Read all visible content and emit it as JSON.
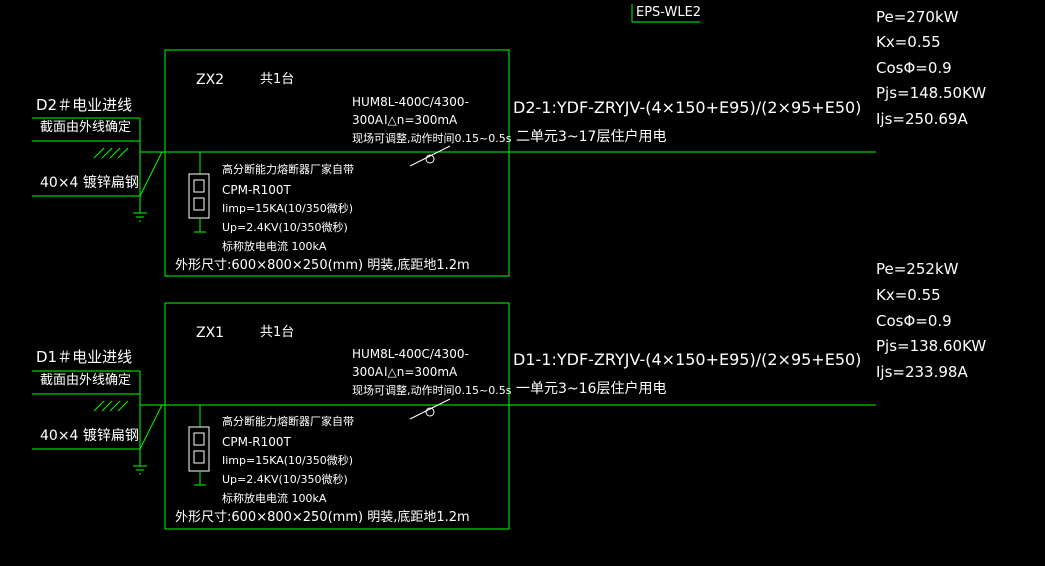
{
  "colors": {
    "background": "#000000",
    "line": "#00ff00",
    "text": "#ffffff"
  },
  "top_label": "EPS-WLE2",
  "panels": [
    {
      "id": "zx2",
      "name": "ZX2",
      "qty": "共1台",
      "feeder_label": "D2＃电业进线",
      "feeder_note": "截面由外线确定",
      "ground": "40×4 镀锌扁钢",
      "breaker_model": "HUM8L-400C/4300-",
      "breaker_rating": "300A",
      "breaker_ian": "I△n=300mA",
      "breaker_note": "现场可调整,动作时间0.15~0.5s",
      "spd_title": "高分断能力熔断器厂家自带",
      "spd_model": "CPM-R100T",
      "spd_imp": "Iimp=15KA(10/350微秒)",
      "spd_up": "Up=2.4KV(10/350微秒)",
      "spd_rated": "标称放电电流 100kA",
      "size_note": "外形尺寸:600×800×250(mm) 明装,底距地1.2m",
      "cable": "D2-1:YDF-ZRYJV-(4×150+E95)/(2×95+E50)",
      "cable_desc": "二单元3~17层住户用电",
      "load": {
        "pe": "Pe=270kW",
        "kx": "Kx=0.55",
        "cos": "CosΦ=0.9",
        "pjs": "Pjs=148.50KW",
        "ijs": "Ijs=250.69A"
      }
    },
    {
      "id": "zx1",
      "name": "ZX1",
      "qty": "共1台",
      "feeder_label": "D1＃电业进线",
      "feeder_note": "截面由外线确定",
      "ground": "40×4 镀锌扁钢",
      "breaker_model": "HUM8L-400C/4300-",
      "breaker_rating": "300A",
      "breaker_ian": "I△n=300mA",
      "breaker_note": "现场可调整,动作时间0.15~0.5s",
      "spd_title": "高分断能力熔断器厂家自带",
      "spd_model": "CPM-R100T",
      "spd_imp": "Iimp=15KA(10/350微秒)",
      "spd_up": "Up=2.4KV(10/350微秒)",
      "spd_rated": "标称放电电流 100kA",
      "size_note": "外形尺寸:600×800×250(mm) 明装,底距地1.2m",
      "cable": "D1-1:YDF-ZRYJV-(4×150+E95)/(2×95+E50)",
      "cable_desc": "一单元3~16层住户用电",
      "load": {
        "pe": "Pe=252kW",
        "kx": "Kx=0.55",
        "cos": "CosΦ=0.9",
        "pjs": "Pjs=138.60KW",
        "ijs": "Ijs=233.98A"
      }
    }
  ]
}
